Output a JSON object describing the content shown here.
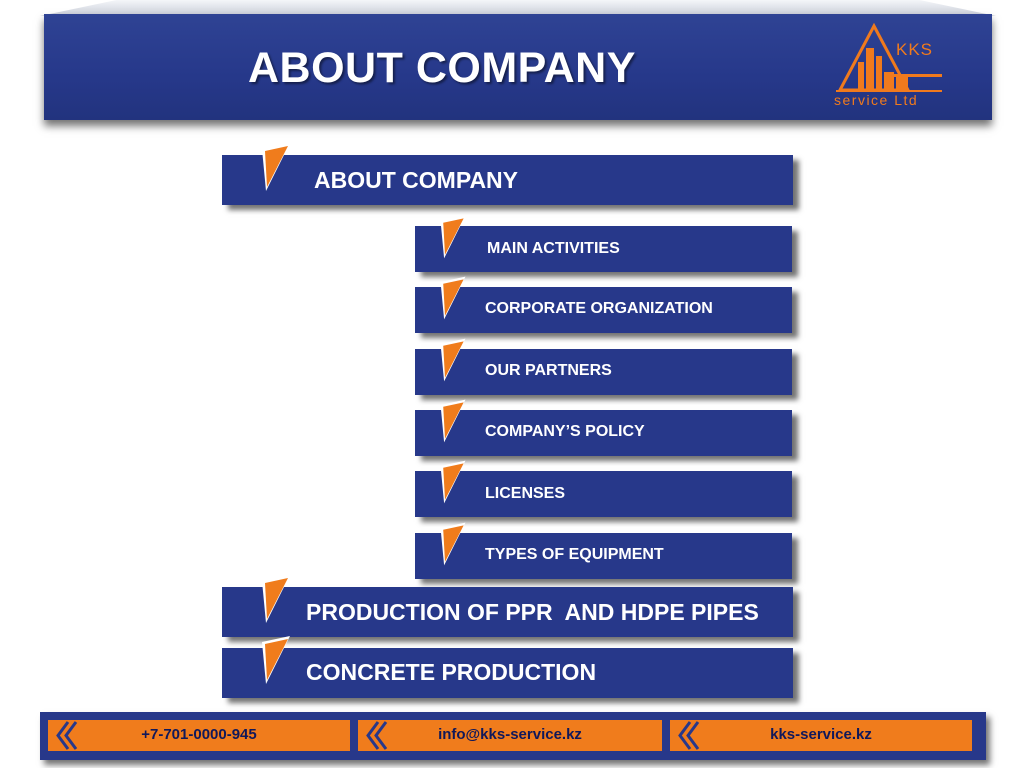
{
  "header": {
    "title": "ABOUT COMPANY",
    "logo": {
      "icon": "kks-tower-icon",
      "line1": "KKS",
      "line2": "service Ltd"
    }
  },
  "menu": {
    "about_company": "ABOUT COMPANY",
    "sub_items": [
      "MAIN ACTIVITIES",
      "CORPORATE ORGANIZATION",
      "OUR PARTNERS",
      "COMPANY’S POLICY",
      "LICENSES",
      "TYPES OF EQUIPMENT"
    ],
    "production_pipes": "PRODUCTION OF PPR  AND HDPE PIPES",
    "concrete_production": "CONCRETE PRODUCTION",
    "flag_icon": "orange-flag-icon"
  },
  "footer": {
    "phone": "+7-701-0000-945",
    "email": "info@kks-service.kz",
    "website": "kks-service.kz",
    "chevron_icon": "double-chevron-icon"
  },
  "colors": {
    "navy": "#27388a",
    "orange": "#f07c1c",
    "white": "#ffffff"
  }
}
